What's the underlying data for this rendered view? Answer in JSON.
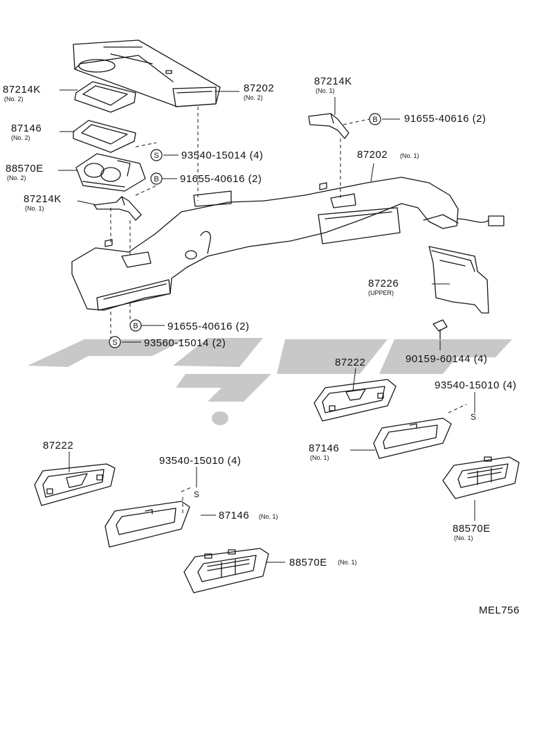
{
  "diagram": {
    "watermark_color": "#c8c8c8",
    "labels": {
      "p87202_no2": "87202",
      "p87202_no2_sub": "(No. 2)",
      "p87214k_no2": "87214K",
      "p87214k_no2_sub": "(No. 2)",
      "p87146_no2": "87146",
      "p87146_no2_sub": "(No. 2)",
      "p88570e_no2": "88570E",
      "p88570e_no2_sub": "(No. 2)",
      "p87214k_no1_left": "87214K",
      "p87214k_no1_left_sub": "(No. 1)",
      "p87214k_no1_right": "87214K",
      "p87214k_no1_right_sub": "(No. 1)",
      "bolt_top_right": "91655-40616 (2)",
      "p87202_no1": "87202",
      "p87202_no1_sub": "(No. 1)",
      "screw_top": "93540-15014 (4)",
      "bolt_mid": "91655-40616 (2)",
      "p87226": "87226",
      "p87226_sub": "(UPPER)",
      "bolt_bottom": "91655-40616 (2)",
      "screw_bottom": "93560-15014 (2)",
      "clip": "90159-60144 (4)",
      "p87222_right": "87222",
      "screw_right": "93540-15010 (4)",
      "p87146_no1_right": "87146",
      "p87146_no1_right_sub": "(No. 1)",
      "p87222_left": "87222",
      "screw_left": "93540-15010 (4)",
      "p87146_no1_left": "87146",
      "p87146_no1_left_sub": "(No. 1)",
      "p88570e_no1_right": "88570E",
      "p88570e_no1_right_sub": "(No. 1)",
      "p88570e_no1_bottom": "88570E",
      "p88570e_no1_bottom_sub": "(No. 1)",
      "drawing_code": "MEL756"
    },
    "symbols": {
      "s": "S",
      "b": "B"
    }
  }
}
